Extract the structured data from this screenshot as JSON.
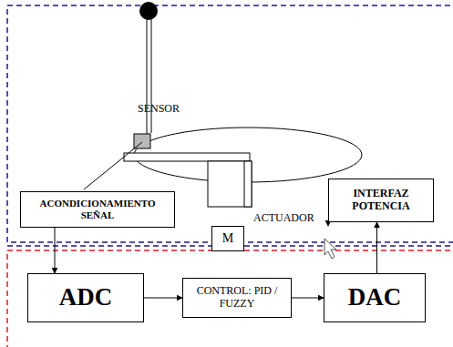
{
  "diagram": {
    "nodes": [
      {
        "text": [
          "ACONDICIONAMIENTO SEÑAL"
        ]
      },
      {
        "text": [
          "M"
        ]
      },
      {
        "text": [
          "INTERFAZ POTENCIA"
        ]
      },
      {
        "text": [
          "ADC"
        ]
      },
      {
        "text": [
          "CONTROL: PID / FUZZY"
        ]
      },
      {
        "text": [
          "DAC"
        ]
      }
    ],
    "edges": [
      {
        "from": 0,
        "to": 3,
        "arrow": "to"
      },
      {
        "from": 3,
        "to": 4,
        "arrow": "to"
      },
      {
        "from": 4,
        "to": 5,
        "arrow": "to"
      },
      {
        "from": 5,
        "to": 2,
        "arrow": "to"
      },
      {
        "from": 2,
        "to": 1,
        "arrow": "to"
      }
    ],
    "labels": [
      "SENSOR",
      "ACTUADOR"
    ]
  }
}
